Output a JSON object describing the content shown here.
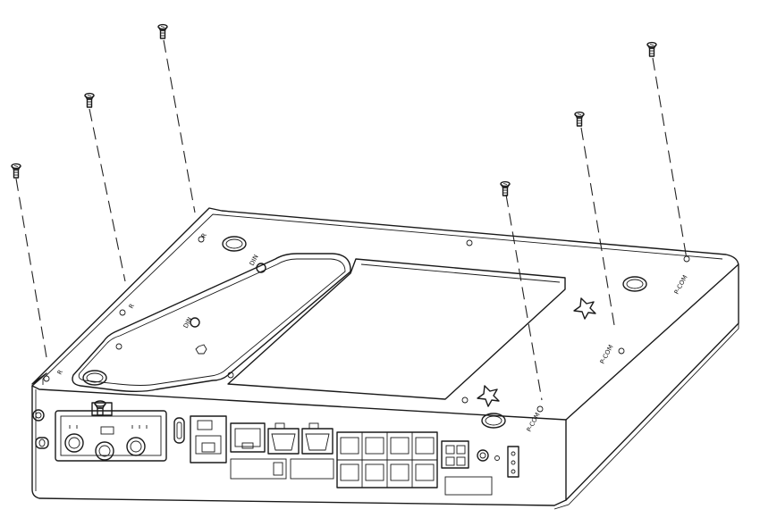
{
  "colors": {
    "line": "#1a1a1a",
    "background": "#ffffff"
  },
  "screws": [
    {
      "id": "screw-1",
      "icon": "screw-icon"
    },
    {
      "id": "screw-2",
      "icon": "screw-icon"
    },
    {
      "id": "screw-3",
      "icon": "screw-icon"
    },
    {
      "id": "screw-4",
      "icon": "screw-icon"
    },
    {
      "id": "screw-5",
      "icon": "screw-icon"
    },
    {
      "id": "screw-6",
      "icon": "screw-icon"
    },
    {
      "id": "screw-7",
      "icon": "screw-icon"
    }
  ],
  "labels": {
    "corner_label": "R",
    "tool_label_1": "DIN",
    "tool_label_2": "DIN",
    "pcom_1": "P-COM",
    "pcom_2": "P-COM",
    "pcom_3": "P-COM"
  }
}
